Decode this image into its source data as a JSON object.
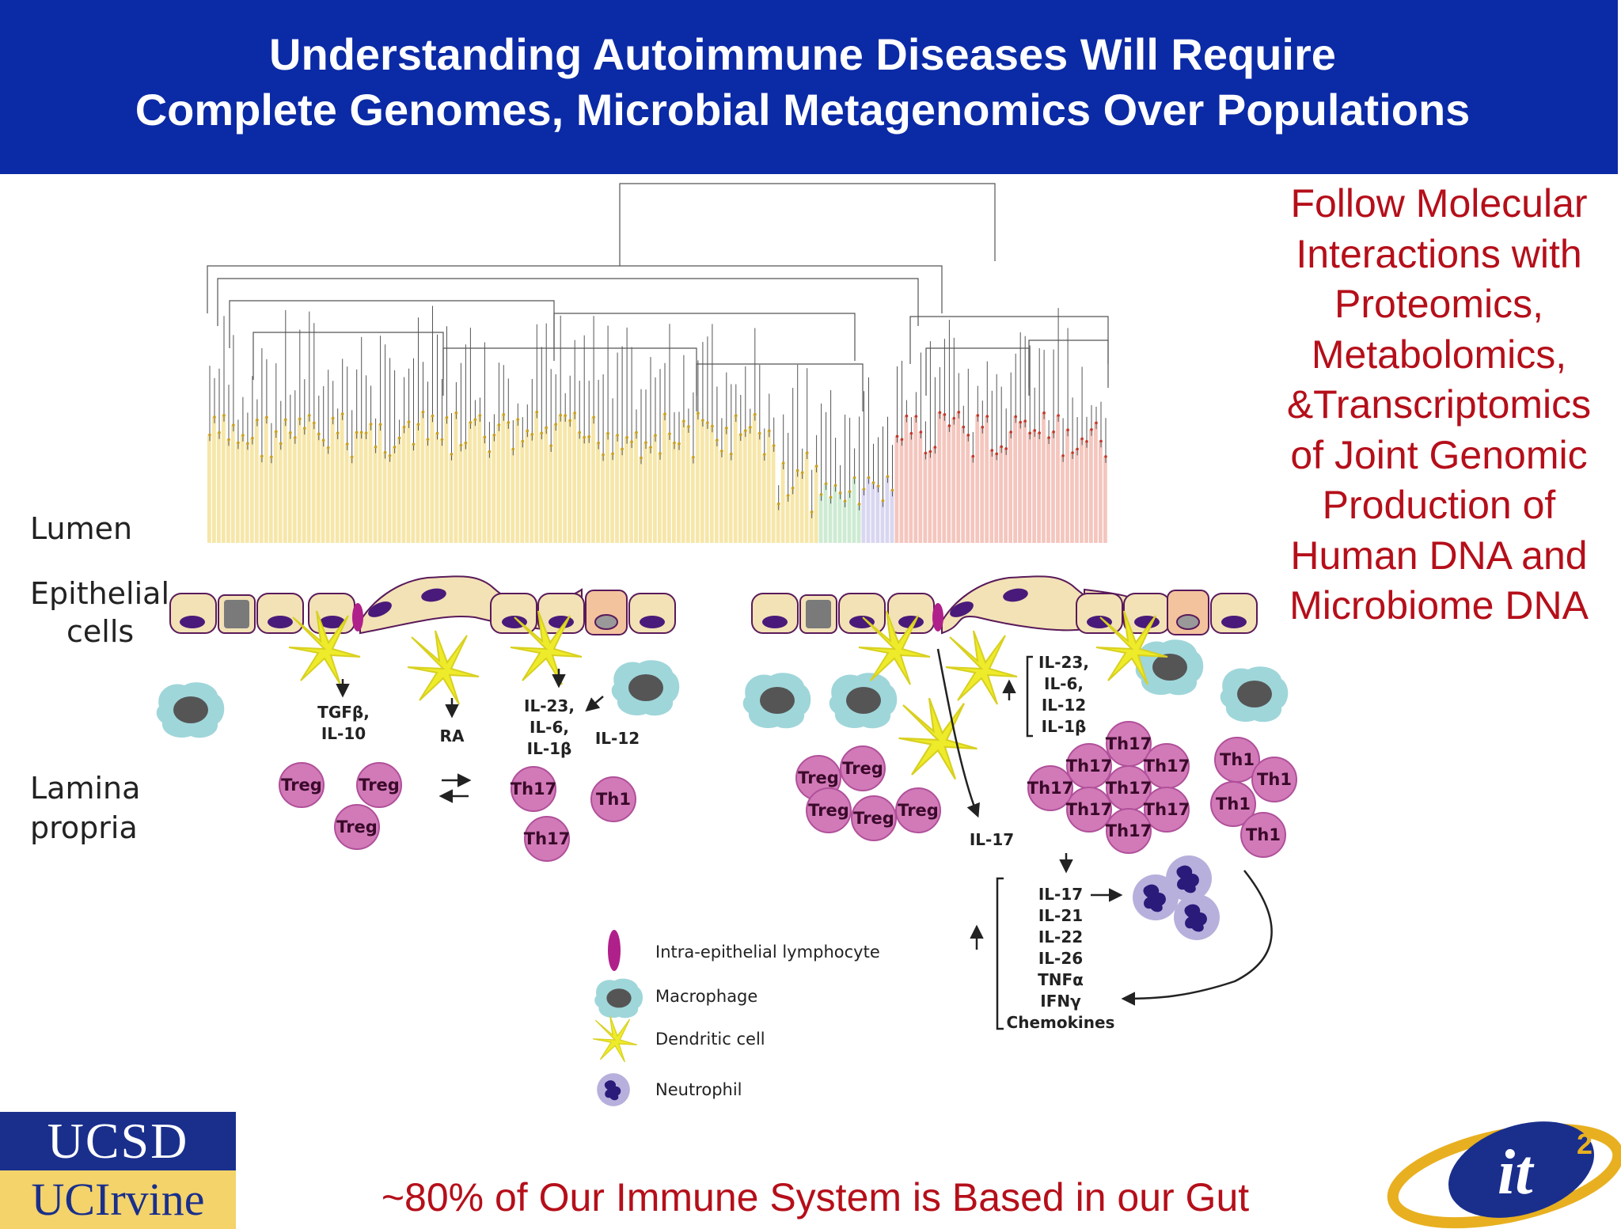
{
  "title": {
    "line1": "Understanding Autoimmune Diseases Will Require",
    "line2": "Complete Genomes, Microbial Metagenomics Over Populations"
  },
  "sidebar_lines": [
    "Follow Molecular",
    "Interactions with",
    "Proteomics,",
    "Metabolomics,",
    "&Transcriptomics",
    "of Joint Genomic",
    "Production of",
    "Human DNA and",
    "Microbiome DNA"
  ],
  "footer": "~80% of Our Immune System is Based in our Gut",
  "zones": {
    "lumen": "Lumen",
    "epithelial_1": "Epithelial",
    "epithelial_2": "cells",
    "lamina_1": "Lamina",
    "lamina_2": "propria"
  },
  "left_panel": {
    "tgfb": "TGFβ,",
    "il10": "IL-10",
    "ra": "RA",
    "il23": "IL-23,",
    "il6": "IL-6,",
    "il1b": "IL-1β",
    "il12": "IL-12",
    "cells": [
      "Treg",
      "Treg",
      "Treg",
      "Th17",
      "Th17",
      "Th1"
    ]
  },
  "right_panel": {
    "up_cytokines": [
      "IL-23,",
      "IL-6,",
      "IL-12",
      "IL-1β"
    ],
    "il17_label": "IL-17",
    "treg_cells": [
      "Treg",
      "Treg",
      "Treg",
      "Treg",
      "Treg"
    ],
    "th17_cells": [
      "Th17",
      "Th17",
      "Th17",
      "Th17",
      "Th17",
      "Th17",
      "Th17",
      "Th17"
    ],
    "th1_cells": [
      "Th1",
      "Th1",
      "Th1",
      "Th1"
    ],
    "effector_cytokines": [
      "IL-17",
      "IL-21",
      "IL-22",
      "IL-26",
      "TNFα",
      "IFNγ",
      "Chemokines"
    ]
  },
  "legend": [
    {
      "icon": "lymphocyte-icon",
      "label": "Intra-epithelial lymphocyte"
    },
    {
      "icon": "macrophage-icon",
      "label": "Macrophage"
    },
    {
      "icon": "dendritic-cell-icon",
      "label": "Dendritic cell"
    },
    {
      "icon": "neutrophil-icon",
      "label": "Neutrophil"
    }
  ],
  "logos": {
    "ucsd": "UCSD",
    "uci": "UCIrvine",
    "it2": "it",
    "it2_sup": "2"
  },
  "colors": {
    "banner": "#0b2aa6",
    "accent_red": "#b50f1a",
    "cell_pink": "#d27ab8",
    "macrophage": "#9fd6da",
    "dendritic": "#f0ee2a",
    "neutrophil": "#b7b0dc"
  }
}
